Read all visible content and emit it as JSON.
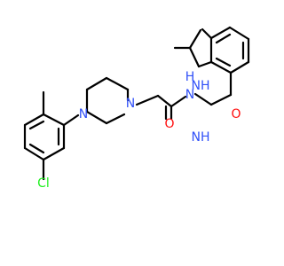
{
  "structure": {
    "atoms": {
      "chloro": "Cl",
      "piperazine_n1": "N",
      "piperazine_n4": "N",
      "amide_o": "O",
      "amide_nh": "N",
      "amide_h": "H",
      "imidazole_nh_top": "NH",
      "imidazole_nh_bottom": "NH",
      "carbonyl_o": "O"
    },
    "colors": {
      "bond": "#000000",
      "carbon": "#000000",
      "nitrogen": "#3050F8",
      "oxygen": "#FF0D0D",
      "chlorine": "#1FF01F"
    }
  }
}
